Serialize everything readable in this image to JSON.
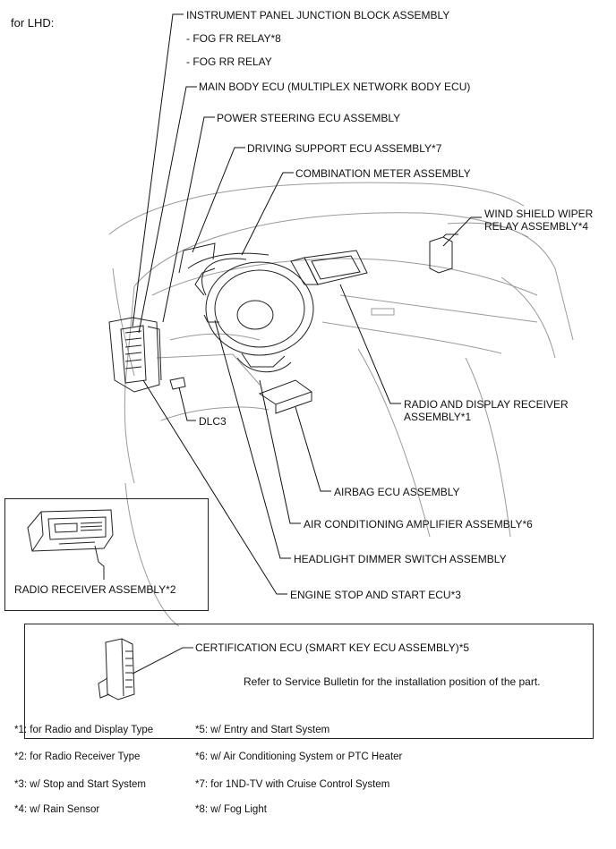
{
  "header": {
    "variant": "for LHD:"
  },
  "callouts": {
    "instrument_panel_jb": "INSTRUMENT PANEL JUNCTION BLOCK ASSEMBLY",
    "fog_fr_relay": "- FOG FR RELAY*8",
    "fog_rr_relay": "- FOG RR RELAY",
    "main_body_ecu": "MAIN BODY ECU (MULTIPLEX NETWORK BODY ECU)",
    "power_steering_ecu": "POWER STEERING ECU ASSEMBLY",
    "driving_support_ecu": "DRIVING SUPPORT ECU ASSEMBLY*7",
    "combination_meter": "COMBINATION METER ASSEMBLY",
    "wiper_relay_line1": "WIND SHIELD WIPER",
    "wiper_relay_line2": "RELAY ASSEMBLY*4",
    "radio_display_line1": "RADIO AND DISPLAY RECEIVER",
    "radio_display_line2": "ASSEMBLY*1",
    "dlc3": "DLC3",
    "airbag_ecu": "AIRBAG ECU ASSEMBLY",
    "ac_amplifier": "AIR CONDITIONING AMPLIFIER ASSEMBLY*6",
    "headlight_dimmer": "HEADLIGHT DIMMER SWITCH ASSEMBLY",
    "engine_stop_start": "ENGINE STOP AND START ECU*3",
    "radio_receiver": "RADIO RECEIVER ASSEMBLY*2"
  },
  "certification_box": {
    "title": "CERTIFICATION ECU (SMART KEY ECU ASSEMBLY)*5",
    "note": "Refer to Service Bulletin for the installation position of the part."
  },
  "footnotes": {
    "n1": "*1: for Radio and Display Type",
    "n2": "*2: for Radio Receiver Type",
    "n3": "*3: w/ Stop and Start System",
    "n4": "*4: w/ Rain Sensor",
    "n5": "*5: w/ Entry and Start System",
    "n6": "*6: w/ Air Conditioning System or PTC Heater",
    "n7": "*7: for 1ND-TV with Cruise Control System",
    "n8": "*8: w/ Fog Light"
  }
}
